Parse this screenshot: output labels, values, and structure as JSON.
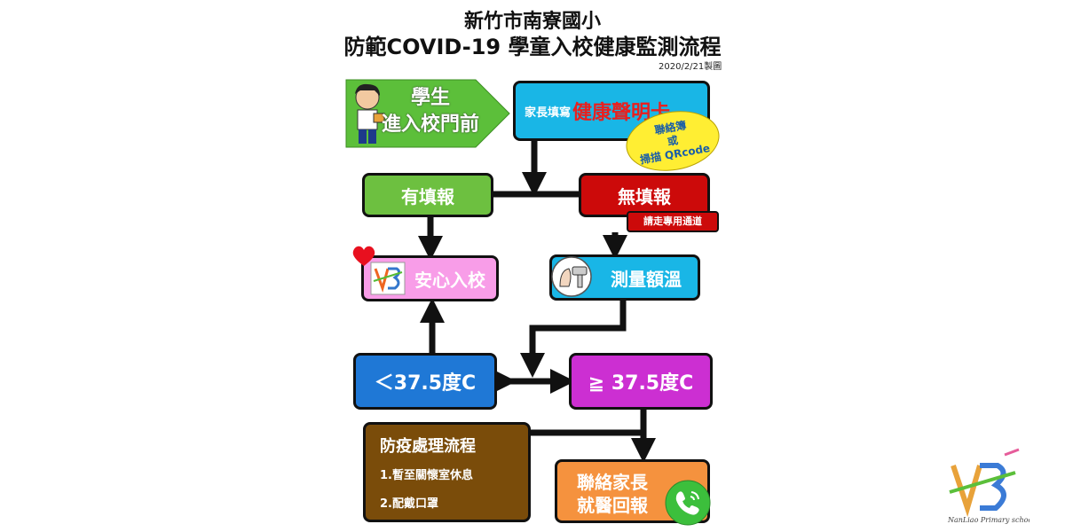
{
  "header": {
    "school": "新竹市南寮國小",
    "title": "防範COVID-19  學童入校健康監測流程",
    "date": "2020/2/21製圖"
  },
  "nodes": {
    "student": {
      "line1": "學生",
      "line2": "進入校門前"
    },
    "parent": {
      "small": "家長填寫",
      "big": "健康聲明卡"
    },
    "oval": {
      "line1": "聯絡簿",
      "line2": "或",
      "line3": "掃描 QRcode"
    },
    "yes": "有填報",
    "no": "無填報",
    "no_tag": "請走專用通道",
    "safe": "安心入校",
    "temp": "測量額溫",
    "low": "＜37.5度C",
    "high": "≧ 37.5度C",
    "procedure": {
      "title": "防疫處理流程",
      "step1": "1.暫至關懷室休息",
      "step2": "2.配戴口罩"
    },
    "contact": {
      "line1": "聯絡家長",
      "line2": "就醫回報"
    }
  },
  "colors": {
    "student_arrow": "#5cbf3a",
    "parent": "#19b6e6",
    "yes": "#6dc040",
    "no": "#cc0a0a",
    "safe": "#f89de8",
    "temp": "#19b6e6",
    "low": "#1f78d6",
    "high": "#cc2fd2",
    "procedure": "#7a4c0a",
    "contact": "#f5923e",
    "oval": "#ffee33"
  },
  "icons": {
    "student": "student-figure-icon",
    "heart": "heart-icon",
    "school_logo": "school-logo-icon",
    "thermometer": "forehead-thermometer-icon",
    "phone": "phone-icon",
    "corner_logo": "corner-logo-icon"
  },
  "logo": {
    "text": "NanLiao Primary school"
  }
}
